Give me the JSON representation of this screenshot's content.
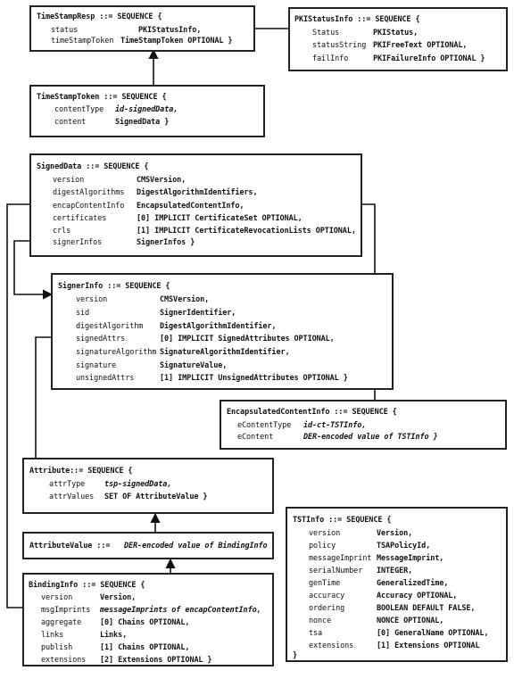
{
  "timeStampResp": {
    "title": "TimeStampResp ::= SEQUENCE {",
    "rows": [
      {
        "f": "status",
        "t": "PKIStatusInfo,"
      },
      {
        "f": "timeStampToken",
        "t": "TimeStampToken OPTIONAL }"
      }
    ]
  },
  "pkiStatusInfo": {
    "title": "PKIStatusInfo ::= SEQUENCE {",
    "rows": [
      {
        "f": "Status",
        "t": "PKIStatus,"
      },
      {
        "f": "statusString",
        "t": "PKIFreeText OPTIONAL,"
      },
      {
        "f": "failInfo",
        "t": "PKIFailureInfo OPTIONAL }"
      }
    ]
  },
  "timeStampToken": {
    "title": "TimeStampToken ::= SEQUENCE {",
    "rows": [
      {
        "f": "contentType",
        "t": "id-signedData,",
        "ti": true
      },
      {
        "f": "content",
        "t": "SignedData }"
      }
    ]
  },
  "signedData": {
    "title": "SignedData ::= SEQUENCE {",
    "rows": [
      {
        "f": "version",
        "t": "CMSVersion,"
      },
      {
        "f": "digestAlgorithms",
        "t": "DigestAlgorithmIdentifiers,"
      },
      {
        "f": "encapContentInfo",
        "t": "EncapsulatedContentInfo,"
      },
      {
        "f": "certificates",
        "t": "[0] IMPLICIT CertificateSet OPTIONAL,"
      },
      {
        "f": "crls",
        "t": "[1] IMPLICIT CertificateRevocationLists OPTIONAL,"
      },
      {
        "f": "signerInfos",
        "t": "SignerInfos }"
      }
    ]
  },
  "signerInfo": {
    "title": "SignerInfo ::= SEQUENCE {",
    "rows": [
      {
        "f": "version",
        "t": "CMSVersion,"
      },
      {
        "f": "sid",
        "t": "SignerIdentifier,"
      },
      {
        "f": "digestAlgorithm",
        "t": "DigestAlgorithmIdentifier,"
      },
      {
        "f": "signedAttrs",
        "t": "[0] IMPLICIT SignedAttributes OPTIONAL,"
      },
      {
        "f": "signatureAlgorithm",
        "t": "SignatureAlgorithmIdentifier,"
      },
      {
        "f": "signature",
        "t": "SignatureValue,"
      },
      {
        "f": "unsignedAttrs",
        "t": "[1] IMPLICIT UnsignedAttributes OPTIONAL }"
      }
    ]
  },
  "encapsulatedContentInfo": {
    "title": "EncapsulatedContentInfo ::= SEQUENCE {",
    "rows": [
      {
        "f": "eContentType",
        "t": "id-ct-TSTInfo,",
        "ti": true
      },
      {
        "f": "eContent",
        "t": "DER-encoded value of TSTInfo }",
        "ti": true
      }
    ]
  },
  "attribute": {
    "title": "Attribute::= SEQUENCE {",
    "rows": [
      {
        "f": "attrType",
        "t": "tsp-signedData,",
        "ti": true
      },
      {
        "f": "attrValues",
        "t": "SET OF AttributeValue }"
      }
    ]
  },
  "attributeValue": {
    "prefix": "AttributeValue ::= ",
    "text": "DER-encoded value of BindingInfo"
  },
  "tstInfo": {
    "title": "TSTInfo ::= SEQUENCE {",
    "rows": [
      {
        "f": "version",
        "t": "Version,"
      },
      {
        "f": "policy",
        "t": "TSAPolicyId,"
      },
      {
        "f": "messageImprint",
        "t": "MessageImprint,"
      },
      {
        "f": "serialNumber",
        "t": "INTEGER,"
      },
      {
        "f": "genTime",
        "t": "GeneralizedTime,"
      },
      {
        "f": "accuracy",
        "t": "Accuracy OPTIONAL,"
      },
      {
        "f": "ordering",
        "t": "BOOLEAN DEFAULT FALSE,"
      },
      {
        "f": "nonce",
        "t": "NONCE OPTIONAL,"
      },
      {
        "f": "tsa",
        "t": "[0] GeneralName OPTIONAL,"
      },
      {
        "f": "extensions",
        "t": "[1] Extensions OPTIONAL"
      }
    ],
    "close": "}"
  },
  "bindingInfo": {
    "title": "BindingInfo ::= SEQUENCE {",
    "rows": [
      {
        "f": "version",
        "t": "Version,"
      },
      {
        "f": "msgImprints",
        "t": "messageImprints of encapContentInfo,",
        "ti": true
      },
      {
        "f": "aggregate",
        "t": "[0] Chains OPTIONAL,"
      },
      {
        "f": "links",
        "t": "Links,"
      },
      {
        "f": "publish",
        "t": "[1] Chains OPTIONAL,"
      },
      {
        "f": "extensions",
        "t": "[2] Extensions OPTIONAL }"
      }
    ]
  }
}
